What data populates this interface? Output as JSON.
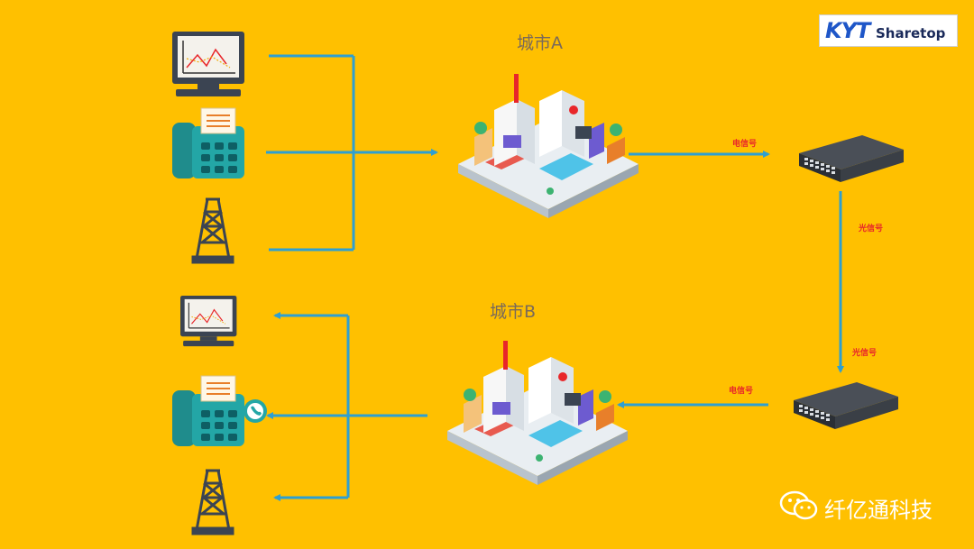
{
  "title": "城市A / 城市B 光电信号传输示意图",
  "cities": {
    "a": {
      "label": "城市A"
    },
    "b": {
      "label": "城市B"
    }
  },
  "signals": {
    "a_to_switch": "电信号",
    "switch_down_1": "光信号",
    "switch_down_2": "光信号",
    "switch_to_b": "电信号"
  },
  "logo": {
    "brand_mark": "KYT",
    "brand_name": "Sharetop"
  },
  "watermark": {
    "text": "纤亿通科技"
  },
  "colors": {
    "background": "#FFC000",
    "line": "#2E9FD2",
    "signal_text": "#E8262A",
    "city_text": "#7A6A5A"
  }
}
